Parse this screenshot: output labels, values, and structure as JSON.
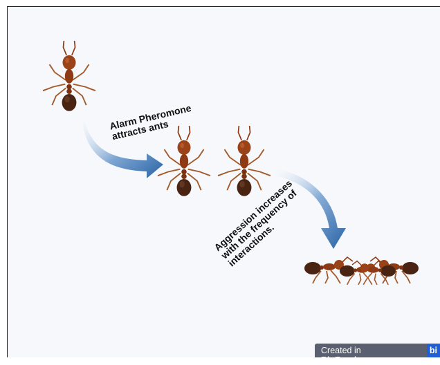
{
  "labels": {
    "alarm": [
      "Alarm Pheromone",
      "attracts ants"
    ],
    "aggression": [
      "Aggression increases",
      "with the frequency of",
      "interactions."
    ]
  },
  "badge": {
    "prefix": "Created in",
    "brand": "BioRender.com",
    "tail": "bi"
  },
  "colors": {
    "arrow": "#2a64a6",
    "ant_body": "#8e3a14",
    "ant_gaster": "#4a2413",
    "ant_legs": "#a45a2a"
  }
}
